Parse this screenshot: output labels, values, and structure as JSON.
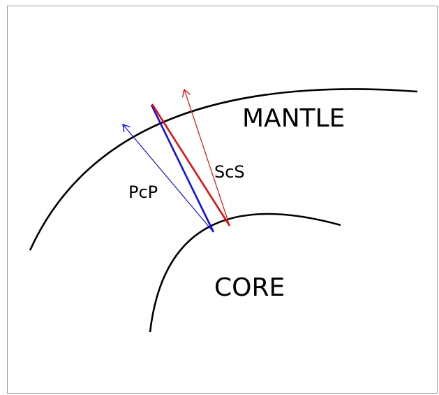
{
  "labels": {
    "mantle": "MANTLE",
    "core": "CORE",
    "pcp": "PcP",
    "scs": "ScS"
  },
  "colors": {
    "boundary": "#000000",
    "pcp": "#1010e0",
    "scs": "#e01010",
    "frame": "#9a9a9a"
  }
}
